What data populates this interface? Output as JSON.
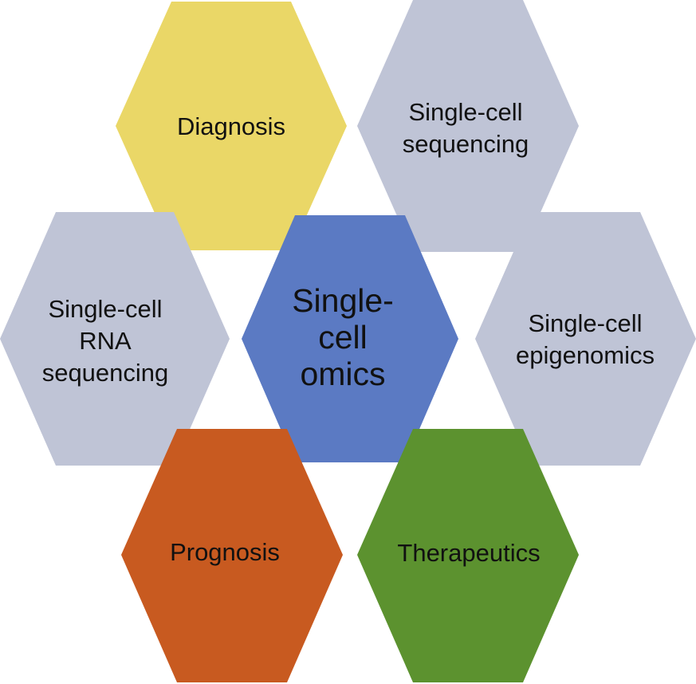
{
  "hexagons": [
    {
      "id": "diagnosis",
      "lines": [
        "Diagnosis"
      ],
      "color": "#ead767"
    },
    {
      "id": "single-cell-sequencing",
      "lines": [
        "Single-cell",
        "sequencing"
      ],
      "color": "#bfc4d6"
    },
    {
      "id": "single-cell-rna-sequencing",
      "lines": [
        "Single-cell",
        "RNA",
        "sequencing"
      ],
      "color": "#bfc4d6"
    },
    {
      "id": "single-cell-omics",
      "lines": [
        "Single-",
        "cell",
        "omics"
      ],
      "color": "#5b7ac3"
    },
    {
      "id": "single-cell-epigenomics",
      "lines": [
        "Single-cell",
        "epigenomics"
      ],
      "color": "#bfc4d6"
    },
    {
      "id": "prognosis",
      "lines": [
        "Prognosis"
      ],
      "color": "#c85a20"
    },
    {
      "id": "therapeutics",
      "lines": [
        "Therapeutics"
      ],
      "color": "#5c922f"
    }
  ]
}
